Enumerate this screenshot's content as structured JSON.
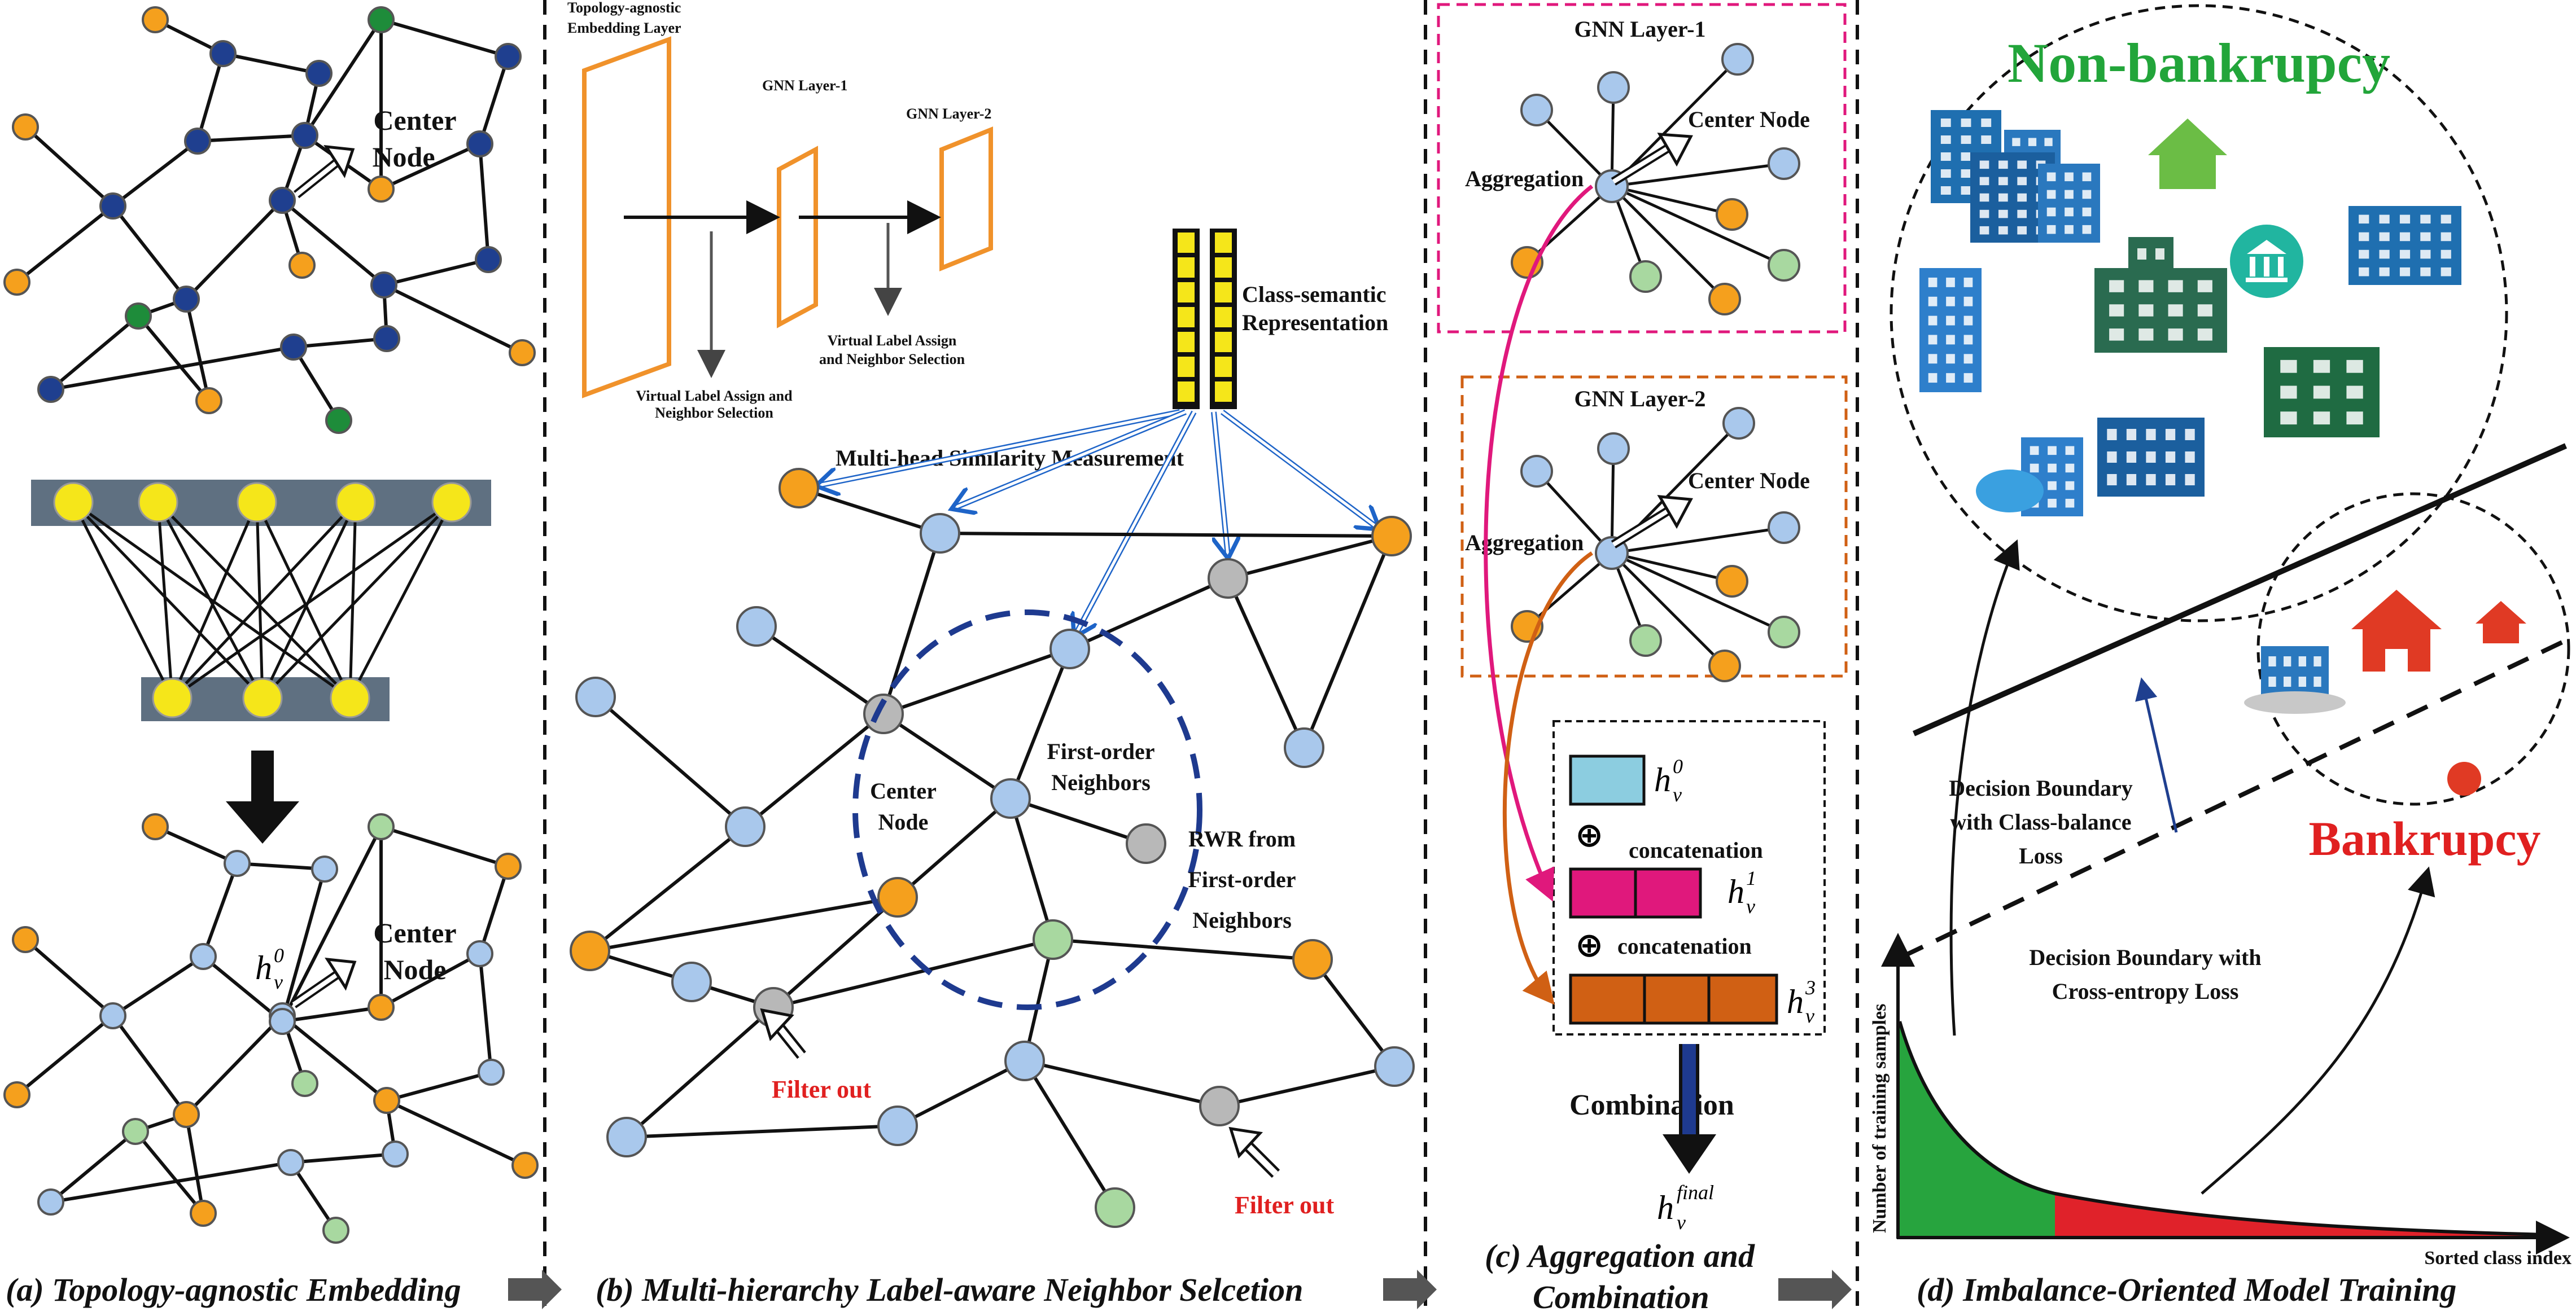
{
  "panel_a": {
    "caption": "(a) Topology-agnostic Embedding",
    "center_node_top": [
      "Center",
      "Node"
    ],
    "center_node_bottom": [
      "Center",
      "Node"
    ],
    "h_label": "h",
    "h_sup": "0",
    "h_sub": "v"
  },
  "panel_b": {
    "caption": "(b) Multi-hierarchy Label-aware Neighbor Selcetion",
    "embedding_layer": [
      "Topology-agnostic",
      "Embedding Layer"
    ],
    "gnn_layer_1": "GNN Layer-1",
    "gnn_layer_2": "GNN Layer-2",
    "virtual_label_1": [
      "Virtual Label Assign and",
      "Neighbor Selection"
    ],
    "virtual_label_2": [
      "Virtual Label Assign",
      "and Neighbor Selection"
    ],
    "class_semantic": [
      "Class-semantic",
      "Representation"
    ],
    "similarity": "Multi-head Similarity Measurement",
    "center_node": [
      "Center",
      "Node"
    ],
    "first_order": [
      "First-order",
      "Neighbors"
    ],
    "rwr": [
      "RWR from",
      "First-order",
      "Neighbors"
    ],
    "filter_out": "Filter out"
  },
  "panel_c": {
    "caption": [
      "(c) Aggregation and",
      "Combination"
    ],
    "gnn_layer_1": "GNN Layer-1",
    "gnn_layer_2": "GNN Layer-2",
    "aggregation": "Aggregation",
    "center_node": "Center Node",
    "concatenation": "concatenation",
    "h0_sup": "0",
    "h1_sup": "1",
    "h3_sup": "3",
    "h_sub": "v",
    "combination": "Combination",
    "final_sup": "final"
  },
  "panel_d": {
    "caption": "(d) Imbalance-Oriented Model Training",
    "non_bankruptcy": "Non-bankrupcy",
    "bankruptcy": "Bankrupcy",
    "boundary_balance": [
      "Decision Boundary",
      "with Class-balance",
      "Loss"
    ],
    "boundary_ce": [
      "Decision Boundary with",
      "Cross-entropy Loss"
    ],
    "y_axis": "Number of training samples",
    "x_axis": "Sorted class index"
  },
  "colors": {
    "orange": "#f5a01d",
    "blue_dark": "#1f3f8f",
    "green_dark": "#1e8c3a",
    "light_blue": "#a9c8ec",
    "light_green": "#a8d8a0",
    "yellow": "#f5e61a",
    "gray": "#b8b8b8",
    "magenta": "#e0187c",
    "brown": "#d06014",
    "tail_green": "#27a43e",
    "tail_red": "#e0222a",
    "bank_red": "#e03a24"
  }
}
